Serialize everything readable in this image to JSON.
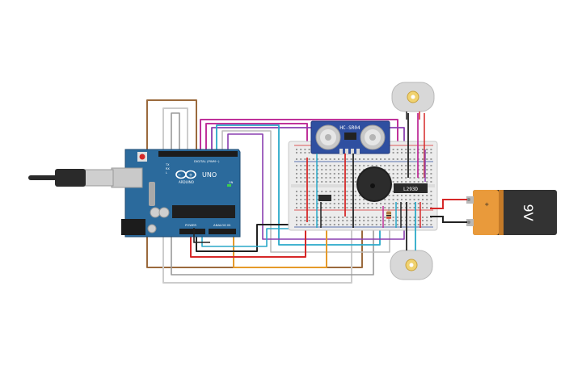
{
  "arduino": {
    "brand": "UNO",
    "maker": "ARDUINO",
    "header_digital": "DIGITAL (PWM~)",
    "header_power": "POWER",
    "header_analog": "ANALOG IN",
    "tx_label": "TX",
    "rx_label": "RX",
    "l_label": "L",
    "on_label": "ON",
    "board_color": "#2b6a9c"
  },
  "sensor": {
    "label": "HC-SR04",
    "color": "#2f4fa0"
  },
  "driver": {
    "label": "L293D"
  },
  "battery": {
    "label": "9V"
  },
  "wire_colors": {
    "red": "#d62828",
    "black": "#222222",
    "magenta": "#c0329a",
    "purple": "#8a3fb0",
    "cyan": "#2aa9c9",
    "orange": "#e59a2a",
    "brown": "#9b6a3d",
    "gray": "#8d8d8d",
    "white": "#d9d9d9"
  }
}
